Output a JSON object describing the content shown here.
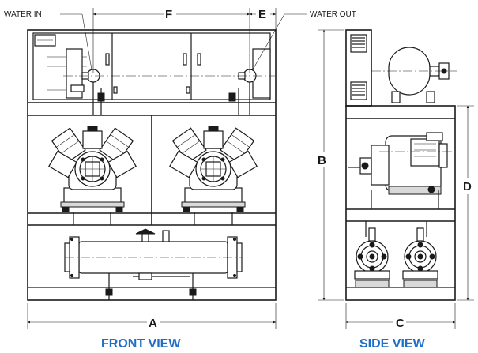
{
  "labels": {
    "water_in": "WATER IN",
    "water_out": "WATER OUT",
    "dim_a": "A",
    "dim_b": "B",
    "dim_c": "C",
    "dim_d": "D",
    "dim_e": "E",
    "dim_f": "F",
    "front_view": "FRONT VIEW",
    "side_view": "SIDE VIEW"
  },
  "colors": {
    "caption": "#1f6fc6",
    "line": "#1a1a1a"
  }
}
